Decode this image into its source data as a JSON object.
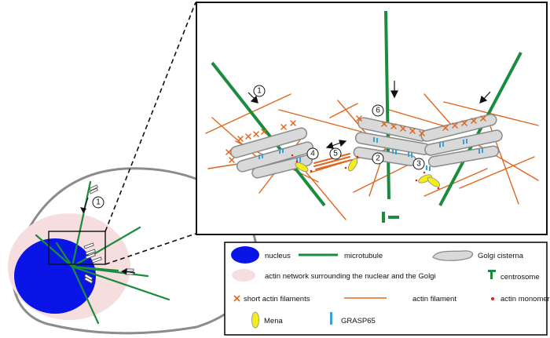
{
  "colors": {
    "microtubule": "#1a8c3e",
    "actin": "#e0661e",
    "nucleus": "#0a14e6",
    "actin_network": "#f6dede",
    "golgi_fill": "#d9d9d9",
    "golgi_stroke": "#8a8a8a",
    "grasp65": "#3aa0d8",
    "mena": "#f2ee1a",
    "monomer": "#e0221e",
    "border": "#111111"
  },
  "step_numbers": [
    "1",
    "2",
    "3",
    "4",
    "5",
    "6"
  ],
  "cell_overview": {
    "step_label": "1"
  },
  "legend": {
    "items": [
      {
        "icon": "nucleus-icon",
        "label": "nucleus"
      },
      {
        "icon": "microtubule-icon",
        "label": "microtubule"
      },
      {
        "icon": "golgi-cisterna-icon",
        "label": "Golgi cisterna"
      },
      {
        "icon": "actin-network-icon",
        "label": "actin network surrounding the nuclear and the Golgi"
      },
      {
        "icon": "centrosome-icon",
        "label": "centrosome"
      },
      {
        "icon": "short-actin-icon",
        "label": "short actin filaments"
      },
      {
        "icon": "actin-filament-icon",
        "label": "actin filament"
      },
      {
        "icon": "actin-monomer-icon",
        "label": "actin monomer"
      },
      {
        "icon": "mena-icon",
        "label": "Mena"
      },
      {
        "icon": "grasp65-icon",
        "label": "GRASP65"
      }
    ]
  }
}
